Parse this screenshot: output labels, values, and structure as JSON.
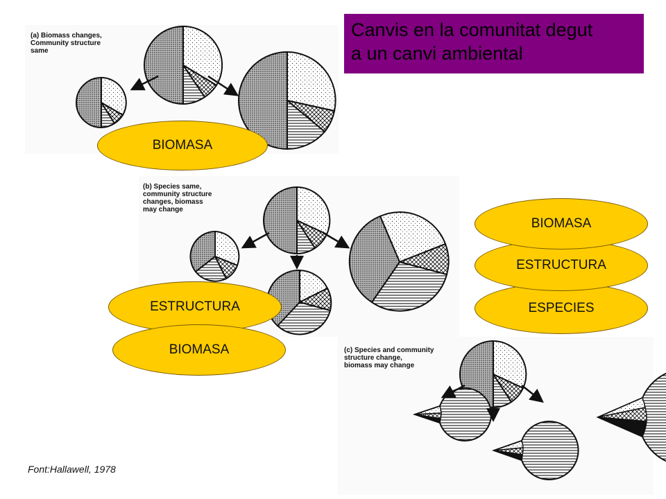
{
  "title": {
    "line1": "Canvis en la comunitat degut",
    "line2": "a un canvi ambiental"
  },
  "panels": {
    "a": {
      "caption": "(a)  Biomass changes,\n       Community structure\n       same"
    },
    "b": {
      "caption": "(b)  Species same,\n       community structure\n       changes, biomass\n       may change"
    },
    "c": {
      "caption": "(c)  Species and community\n       structure change,\n       biomass may change"
    }
  },
  "labels": {
    "a_biomasa": "BIOMASA",
    "b_estructura": "ESTRUCTURA",
    "b_biomasa": "BIOMASA",
    "c_biomasa": "BIOMASA",
    "c_estructura": "ESTRUCTURA",
    "c_especies": "ESPECIES"
  },
  "source": "Font:Hallawell, 1978",
  "colors": {
    "title_bg": "#800080",
    "label_fill": "#FFCC00"
  }
}
